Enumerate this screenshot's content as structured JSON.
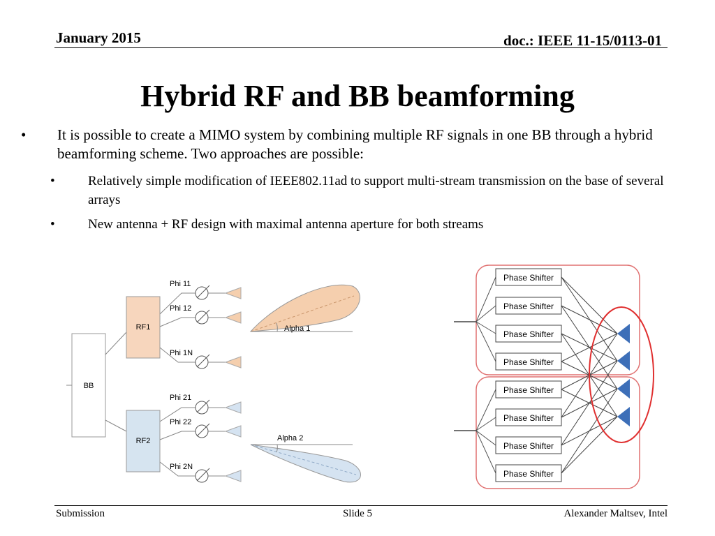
{
  "header": {
    "date": "January 2015",
    "doc": "doc.: IEEE 11-15/0113-01"
  },
  "title": "Hybrid RF and BB beamforming",
  "bullets": {
    "main": "It is possible to create a MIMO system by combining multiple RF signals in one BB through a hybrid beamforming scheme. Two approaches are possible:",
    "sub": [
      "Relatively simple modification of IEEE802.11ad to support multi-stream transmission on the base of several arrays",
      "New antenna + RF design with maximal antenna aperture for both streams"
    ],
    "marker": "•"
  },
  "diagram_left": {
    "bb": "BB",
    "rf1": "RF1",
    "rf2": "RF2",
    "phases": [
      "Phi 11",
      "Phi 12",
      "Phi 1N",
      "Phi 21",
      "Phi 22",
      "Phi 2N"
    ],
    "alpha1": "Alpha 1",
    "alpha2": "Alpha 2",
    "colors": {
      "rf1_fill": "#f7d6bd",
      "rf2_fill": "#d6e4f0",
      "lobe1": "#f5cfae",
      "lobe2": "#d5e3f1"
    }
  },
  "diagram_right": {
    "label": "Phase Shifter",
    "colors": {
      "group_border": "#e07070",
      "ellipse": "#e03030",
      "antenna": "#3d6fb8"
    }
  },
  "footer": {
    "left": "Submission",
    "center": "Slide 5",
    "right": "Alexander Maltsev, Intel"
  }
}
